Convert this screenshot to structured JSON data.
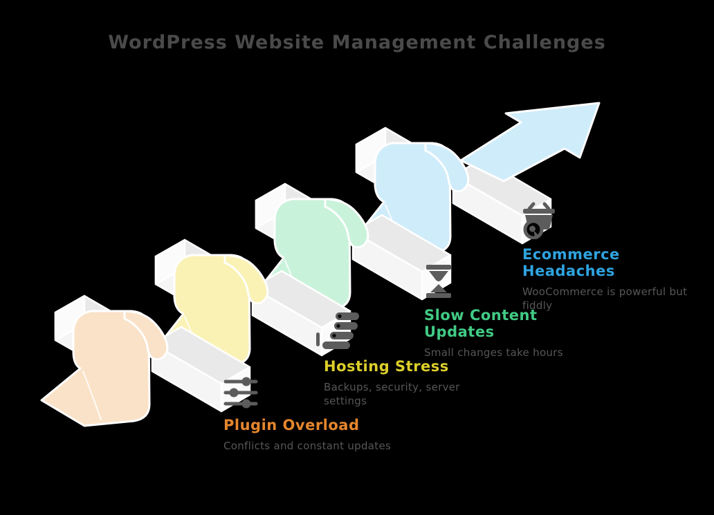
{
  "title": "WordPress Website Management Challenges",
  "diagram": {
    "bar": {
      "top": "#e9e9e9",
      "front": "#f5f5f5",
      "cap": "#fbfbfb",
      "outline": "#ffffff"
    },
    "stages": [
      {
        "label": "Plugin Overload",
        "description": "Conflicts and constant updates",
        "label_color": "#e5862d",
        "ribbon_color": "#fae2c8",
        "icon": "sliders-icon"
      },
      {
        "label": "Hosting Stress",
        "description": "Backups, security, server settings",
        "label_color": "#ddcf2b",
        "ribbon_color": "#faf2b5",
        "icon": "server-stack-icon"
      },
      {
        "label": "Slow Content Updates",
        "description": "Small changes take hours",
        "label_color": "#41cb85",
        "ribbon_color": "#c9f2da",
        "icon": "hourglass-icon"
      },
      {
        "label": "Ecommerce Headaches",
        "description": "WooCommerce is powerful but fiddly",
        "label_color": "#2fa3df",
        "ribbon_color": "#cfecfa",
        "icon": "basket-icon"
      }
    ]
  }
}
